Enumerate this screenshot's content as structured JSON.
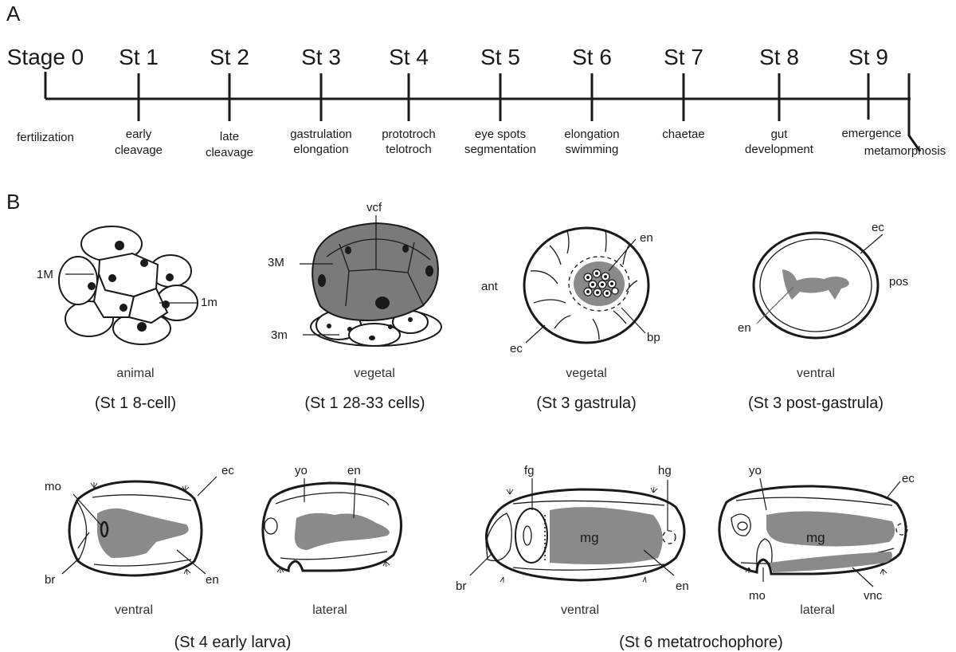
{
  "panel_a": {
    "letter": "A",
    "stages": [
      {
        "label": "Stage 0",
        "event1": "fertilization",
        "event2": ""
      },
      {
        "label": "St 1",
        "event1": "early",
        "event2": "cleavage"
      },
      {
        "label": "St 2",
        "event1": "late",
        "event2": "cleavage"
      },
      {
        "label": "St 3",
        "event1": "gastrulation",
        "event2": "elongation"
      },
      {
        "label": "St 4",
        "event1": "prototroch",
        "event2": "telotroch"
      },
      {
        "label": "St 5",
        "event1": "eye spots",
        "event2": "segmentation"
      },
      {
        "label": "St 6",
        "event1": "elongation",
        "event2": "swimming"
      },
      {
        "label": "St 7",
        "event1": "chaetae",
        "event2": ""
      },
      {
        "label": "St 8",
        "event1": "gut",
        "event2": "development"
      },
      {
        "label": "St 9",
        "event1": "emergence",
        "event2": ""
      }
    ],
    "end_event": "metamorphosis"
  },
  "panel_b": {
    "letter": "B",
    "row1": [
      {
        "view": "animal",
        "caption": "(St 1 8-cell)",
        "labels": {
          "a": "1M",
          "b": "1m"
        }
      },
      {
        "view": "vegetal",
        "caption": "(St 1 28-33 cells)",
        "labels": {
          "a": "vcf",
          "b": "3M",
          "c": "3m"
        }
      },
      {
        "view": "vegetal",
        "caption": "(St 3 gastrula)",
        "labels": {
          "a": "en",
          "b": "ant",
          "c": "ec",
          "d": "bp"
        }
      },
      {
        "view": "ventral",
        "caption": "(St 3 post-gastrula)",
        "labels": {
          "a": "ec",
          "b": "pos",
          "c": "en"
        }
      }
    ],
    "row2": [
      {
        "view": "ventral",
        "labels": {
          "a": "mo",
          "b": "ec",
          "c": "br",
          "d": "en"
        }
      },
      {
        "view": "lateral",
        "labels": {
          "a": "yo",
          "b": "en"
        }
      },
      {
        "view": "ventral",
        "labels": {
          "a": "fg",
          "b": "hg",
          "c": "mg",
          "d": "br",
          "e": "en"
        }
      },
      {
        "view": "lateral",
        "labels": {
          "a": "yo",
          "b": "ec",
          "c": "mg",
          "d": "mo",
          "e": "vnc"
        }
      }
    ],
    "row2_captions": [
      "(St 4 early larva)",
      "(St 6 metatrochophore)"
    ]
  }
}
